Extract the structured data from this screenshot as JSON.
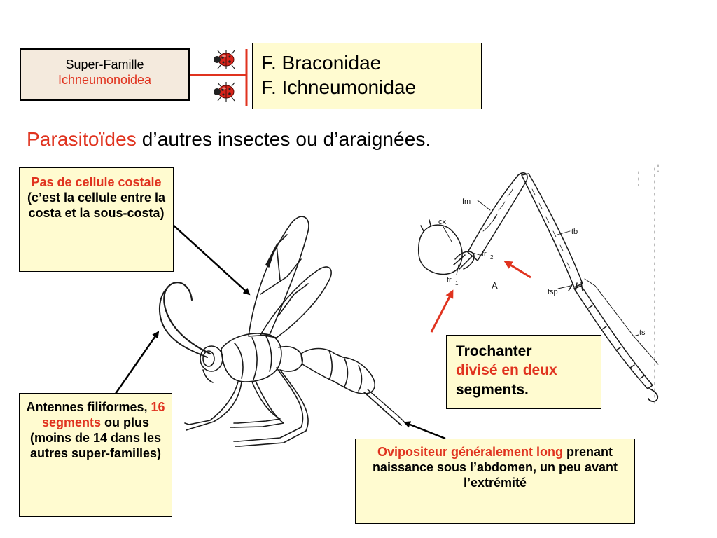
{
  "superfamily": {
    "line1": "Super-Famille",
    "line2": "Ichneumonoidea"
  },
  "families": [
    "F. Braconidae",
    "F. Ichneumonidae"
  ],
  "heading": {
    "accent": "Parasitoïdes",
    "rest": " d’autres insectes ou d’araignées."
  },
  "costal_note": {
    "accent": "Pas de cellule costale",
    "rest": " (c’est la cellule entre la costa et la sous-costa)"
  },
  "trochanter_note": {
    "line1": "Trochanter",
    "accent": "divisé en deux",
    "line3": "segments."
  },
  "antennae_note": {
    "part1": "Antennes filiformes, ",
    "accent": "16 segments",
    "part2": " ou plus (moins de 14 dans les autres super-familles)"
  },
  "ovipositor_note": {
    "accent": "Ovipositeur généralement long",
    "rest": " prenant naissance sous l’abdomen, un peu avant l’extrémité"
  },
  "leg_labels": {
    "cx": "cx",
    "fm": "fm",
    "tr1": "tr",
    "tr1_sub": "1",
    "tr2": "tr",
    "tr2_sub": "2",
    "tb": "tb",
    "tsp": "tsp",
    "ts": "ts",
    "a": "A"
  },
  "colors": {
    "accent": "#e0331f",
    "note_fill": "#fffbd0",
    "superfamily_fill": "#f4eadd"
  }
}
